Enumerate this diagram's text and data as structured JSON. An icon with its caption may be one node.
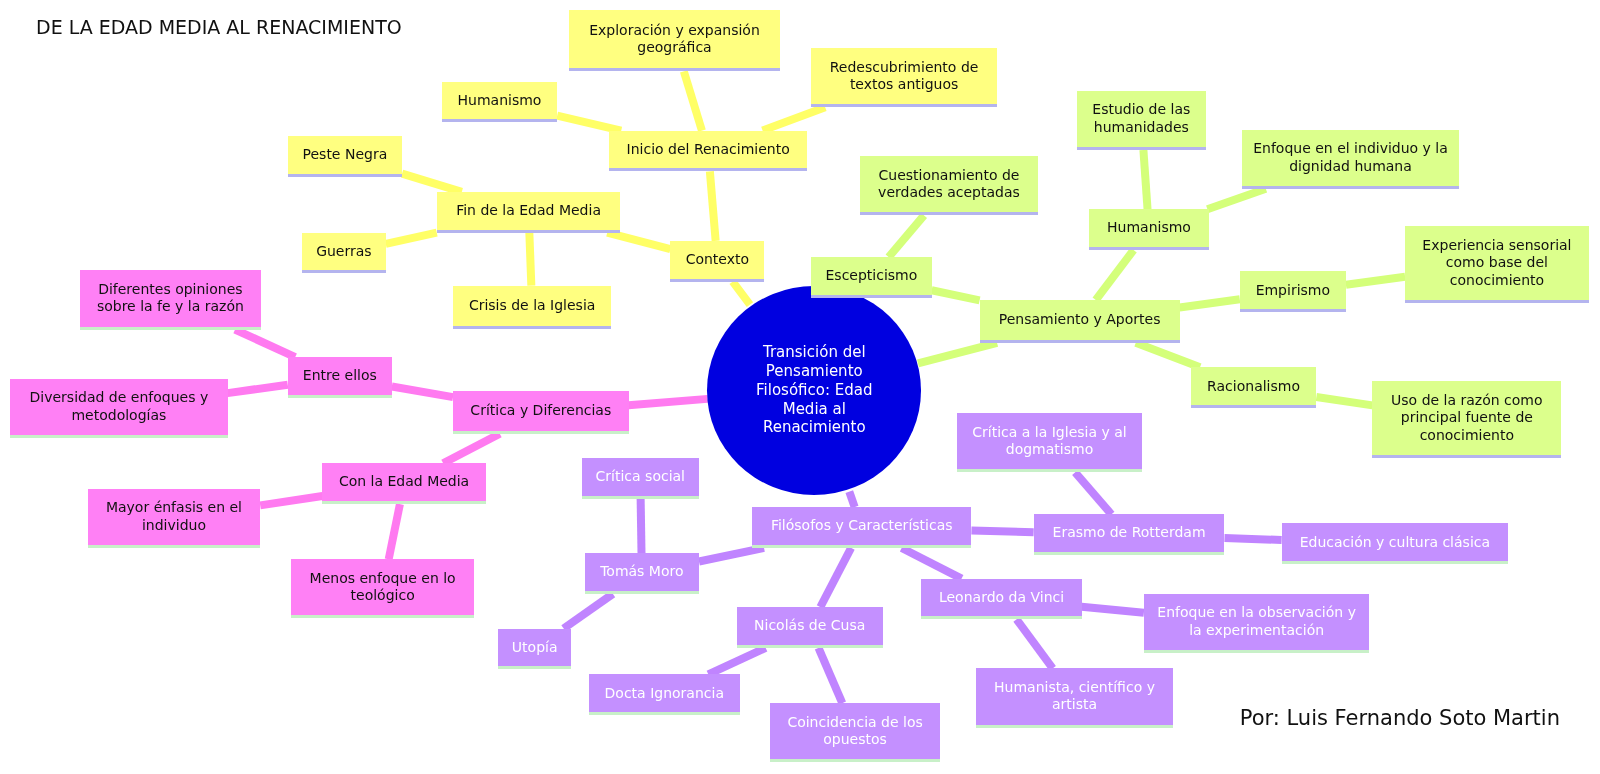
{
  "diagram": {
    "title": "DE LA EDAD MEDIA AL RENACIMIENTO",
    "nodes": [
      {
        "text": [
          "Transición del Pensamiento Filosófico: Edad Media al Renacimiento"
        ]
      },
      {
        "text": [
          "Contexto"
        ]
      },
      {
        "text": [
          "Fin de la Edad Media"
        ]
      },
      {
        "text": [
          "Peste Negra"
        ]
      },
      {
        "text": [
          "Guerras"
        ]
      },
      {
        "text": [
          "Crisis de la Iglesia"
        ]
      },
      {
        "text": [
          "Inicio del Renacimiento"
        ]
      },
      {
        "text": [
          "Humanismo"
        ]
      },
      {
        "text": [
          "Exploración y expansión geográfica"
        ]
      },
      {
        "text": [
          "Redescubrimiento de textos antiguos"
        ]
      },
      {
        "text": [
          "Pensamiento y Aportes"
        ]
      },
      {
        "text": [
          "Escepticismo"
        ]
      },
      {
        "text": [
          "Cuestionamiento de verdades aceptadas"
        ]
      },
      {
        "text": [
          "Humanismo"
        ]
      },
      {
        "text": [
          "Estudio de las humanidades"
        ]
      },
      {
        "text": [
          "Enfoque en el individuo y la dignidad humana"
        ]
      },
      {
        "text": [
          "Empirismo"
        ]
      },
      {
        "text": [
          "Experiencia sensorial como base del conocimiento"
        ]
      },
      {
        "text": [
          "Racionalismo"
        ]
      },
      {
        "text": [
          "Uso de la razón como principal fuente de conocimiento"
        ]
      },
      {
        "text": [
          "Crítica y Diferencias"
        ]
      },
      {
        "text": [
          "Entre ellos"
        ]
      },
      {
        "text": [
          "Diferentes opiniones sobre la fe y la razón"
        ]
      },
      {
        "text": [
          "Diversidad de enfoques y metodologías"
        ]
      },
      {
        "text": [
          "Con la Edad Media"
        ]
      },
      {
        "text": [
          "Mayor énfasis en el individuo"
        ]
      },
      {
        "text": [
          "Menos enfoque en lo teológico"
        ]
      },
      {
        "text": [
          "Filósofos y Características"
        ]
      },
      {
        "text": [
          "Tomás Moro"
        ]
      },
      {
        "text": [
          "Crítica social"
        ]
      },
      {
        "text": [
          "Utopía"
        ]
      },
      {
        "text": [
          "Nicolás de Cusa"
        ]
      },
      {
        "text": [
          "Docta Ignorancia"
        ]
      },
      {
        "text": [
          "Coincidencia de los opuestos"
        ]
      },
      {
        "text": [
          "Erasmo de Rotterdam"
        ]
      },
      {
        "text": [
          "Crítica a la Iglesia y al dogmatismo"
        ]
      },
      {
        "text": [
          "Educación y cultura clásica"
        ]
      },
      {
        "text": [
          "Leonardo da Vinci"
        ]
      },
      {
        "text": [
          "Enfoque en la observación y la experimentación"
        ]
      },
      {
        "text": [
          "Humanista, científico y artista"
        ]
      }
    ],
    "edges": [
      {
        "from": 0,
        "to": 1,
        "arrow": "none",
        "color": "#ffff66"
      },
      {
        "from": 1,
        "to": 2,
        "arrow": "none",
        "color": "#ffff66"
      },
      {
        "from": 2,
        "to": 3,
        "arrow": "none",
        "color": "#ffff66"
      },
      {
        "from": 2,
        "to": 4,
        "arrow": "none",
        "color": "#ffff66"
      },
      {
        "from": 2,
        "to": 5,
        "arrow": "none",
        "color": "#ffff66"
      },
      {
        "from": 1,
        "to": 6,
        "arrow": "none",
        "color": "#ffff66"
      },
      {
        "from": 6,
        "to": 7,
        "arrow": "none",
        "color": "#ffff66"
      },
      {
        "from": 6,
        "to": 8,
        "arrow": "none",
        "color": "#ffff66"
      },
      {
        "from": 6,
        "to": 9,
        "arrow": "none",
        "color": "#ffff66"
      },
      {
        "from": 0,
        "to": 10,
        "arrow": "none",
        "color": "#d4ff7a"
      },
      {
        "from": 10,
        "to": 11,
        "arrow": "none",
        "color": "#d4ff7a"
      },
      {
        "from": 11,
        "to": 12,
        "arrow": "none",
        "color": "#d4ff7a"
      },
      {
        "from": 10,
        "to": 13,
        "arrow": "none",
        "color": "#d4ff7a"
      },
      {
        "from": 13,
        "to": 14,
        "arrow": "none",
        "color": "#d4ff7a"
      },
      {
        "from": 13,
        "to": 15,
        "arrow": "none",
        "color": "#d4ff7a"
      },
      {
        "from": 10,
        "to": 16,
        "arrow": "none",
        "color": "#d4ff7a"
      },
      {
        "from": 16,
        "to": 17,
        "arrow": "none",
        "color": "#d4ff7a"
      },
      {
        "from": 10,
        "to": 18,
        "arrow": "none",
        "color": "#d4ff7a"
      },
      {
        "from": 18,
        "to": 19,
        "arrow": "none",
        "color": "#d4ff7a"
      },
      {
        "from": 0,
        "to": 20,
        "arrow": "none",
        "color": "#ff7af0"
      },
      {
        "from": 20,
        "to": 21,
        "arrow": "none",
        "color": "#ff7af0"
      },
      {
        "from": 21,
        "to": 22,
        "arrow": "none",
        "color": "#ff7af0"
      },
      {
        "from": 21,
        "to": 23,
        "arrow": "none",
        "color": "#ff7af0"
      },
      {
        "from": 20,
        "to": 24,
        "arrow": "none",
        "color": "#ff7af0"
      },
      {
        "from": 24,
        "to": 25,
        "arrow": "none",
        "color": "#ff7af0"
      },
      {
        "from": 24,
        "to": 26,
        "arrow": "none",
        "color": "#ff7af0"
      },
      {
        "from": 0,
        "to": 27,
        "arrow": "none",
        "color": "#c084ff"
      },
      {
        "from": 27,
        "to": 28,
        "arrow": "none",
        "color": "#c084ff"
      },
      {
        "from": 28,
        "to": 29,
        "arrow": "none",
        "color": "#c084ff"
      },
      {
        "from": 28,
        "to": 30,
        "arrow": "none",
        "color": "#c084ff"
      },
      {
        "from": 27,
        "to": 31,
        "arrow": "none",
        "color": "#c084ff"
      },
      {
        "from": 31,
        "to": 32,
        "arrow": "none",
        "color": "#c084ff"
      },
      {
        "from": 31,
        "to": 33,
        "arrow": "none",
        "color": "#c084ff"
      },
      {
        "from": 27,
        "to": 34,
        "arrow": "none",
        "color": "#c084ff"
      },
      {
        "from": 34,
        "to": 35,
        "arrow": "none",
        "color": "#c084ff"
      },
      {
        "from": 34,
        "to": 36,
        "arrow": "none",
        "color": "#c084ff"
      },
      {
        "from": 27,
        "to": 37,
        "arrow": "none",
        "color": "#c084ff"
      },
      {
        "from": 37,
        "to": 38,
        "arrow": "none",
        "color": "#c084ff"
      },
      {
        "from": 37,
        "to": 39,
        "arrow": "none",
        "color": "#c084ff"
      }
    ],
    "labels": [
      "Por: Luis Fernando Soto Martin"
    ]
  }
}
